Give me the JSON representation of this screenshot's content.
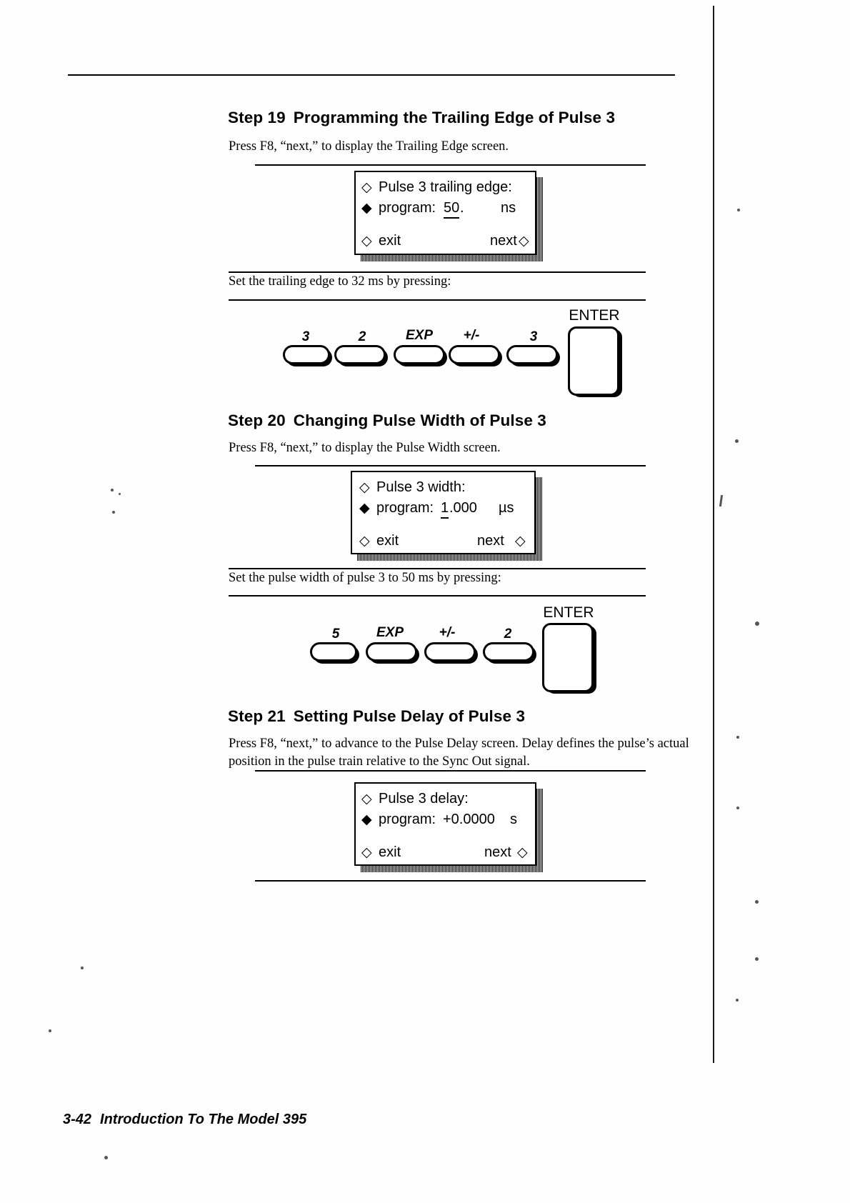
{
  "page": {
    "footer_page_number": "3-42",
    "footer_title": "Introduction To The Model 395"
  },
  "sections": [
    {
      "step_number": "Step 19",
      "title": "Programming the Trailing Edge of Pulse 3",
      "intro": "Press F8, “next,” to display the Trailing Edge screen.",
      "screen": {
        "line1_marker": "◇",
        "line1": "Pulse 3 trailing edge:",
        "line2_marker": "◆",
        "line2_prefix": "program:",
        "line2_value": "50",
        "line2_suffix": ".",
        "line2_units": "ns",
        "exit_marker": "◇",
        "exit_label": "exit",
        "next_label": "next",
        "next_marker": "◇"
      },
      "instruction": "Set the trailing edge to 32 ms by pressing:",
      "keys": [
        "3",
        "2",
        "EXP",
        "+/-",
        "3"
      ],
      "enter_label": "ENTER"
    },
    {
      "step_number": "Step 20",
      "title": "Changing Pulse Width of Pulse 3",
      "intro": "Press F8, “next,” to display the Pulse Width screen.",
      "screen": {
        "line1_marker": "◇",
        "line1": "Pulse 3  width:",
        "line2_marker": "◆",
        "line2_prefix": "program:",
        "line2_value": "1",
        "line2_suffix": ".000",
        "line2_units": "µs",
        "exit_marker": "◇",
        "exit_label": "exit",
        "next_label": "next",
        "next_marker": "◇"
      },
      "instruction": "Set the pulse width of pulse 3 to 50 ms by pressing:",
      "keys": [
        "5",
        "EXP",
        "+/-",
        "2"
      ],
      "enter_label": "ENTER"
    },
    {
      "step_number": "Step 21",
      "title": "Setting Pulse Delay of Pulse 3",
      "intro": "Press F8, “next,” to advance to the Pulse Delay screen.  Delay defines the pulse’s actual position in the pulse train relative to the Sync Out signal.",
      "screen": {
        "line1_marker": "◇",
        "line1": "Pulse 3  delay:",
        "line2_marker": "◆",
        "line2_prefix": "program:",
        "line2_value": "+0.0000",
        "line2_suffix": "",
        "line2_units": "s",
        "exit_marker": "◇",
        "exit_label": "exit",
        "next_label": "next",
        "next_marker": "◇"
      },
      "instruction": "",
      "keys": [],
      "enter_label": ""
    }
  ]
}
